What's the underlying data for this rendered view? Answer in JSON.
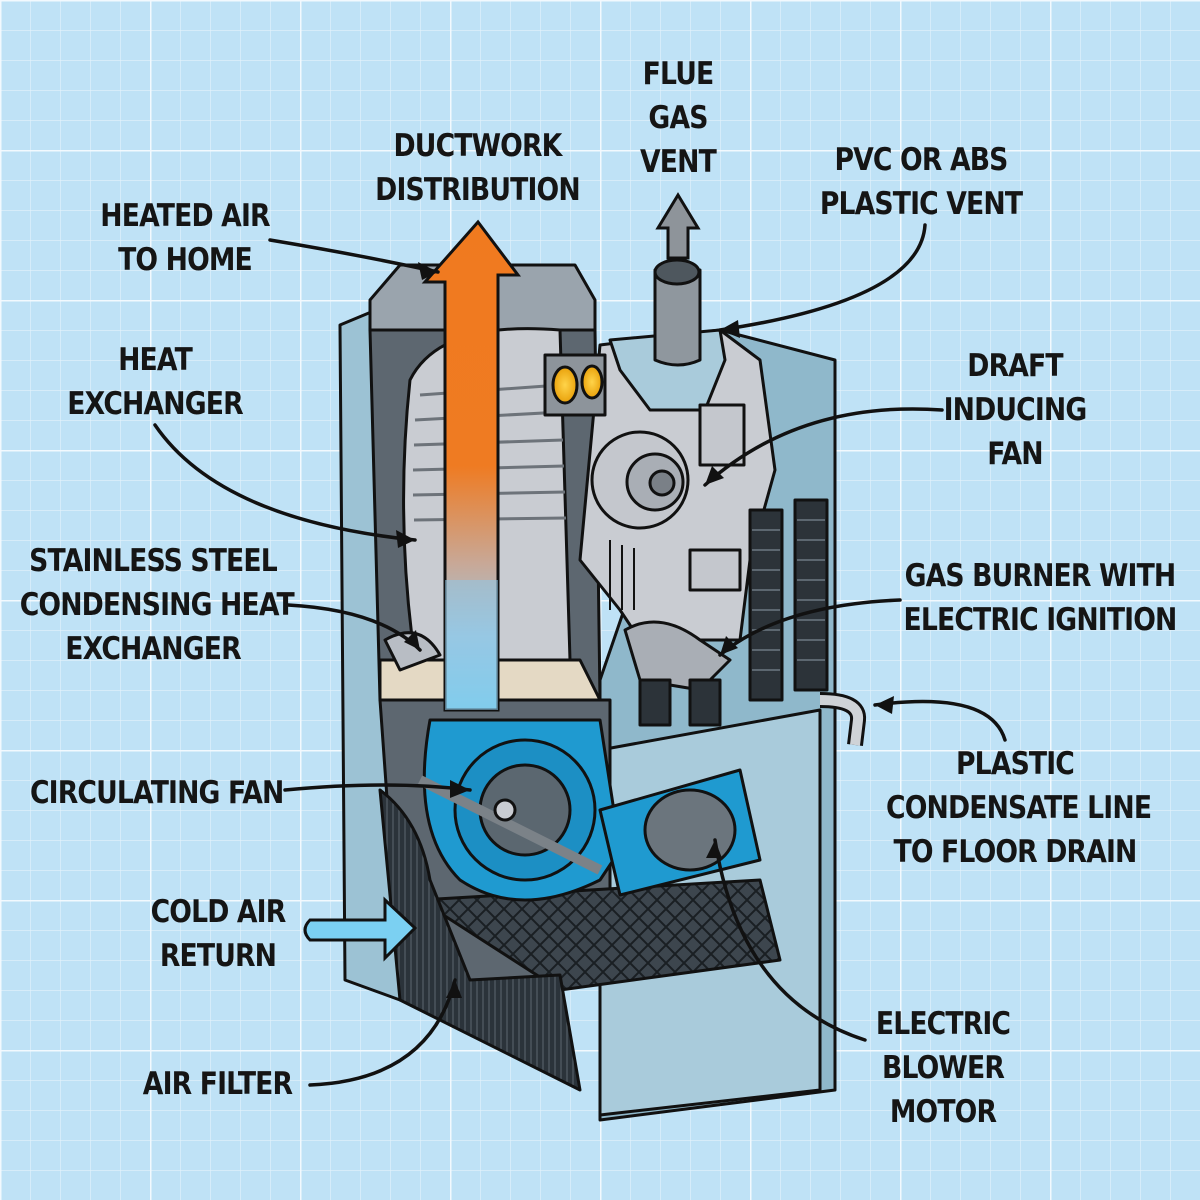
{
  "colors": {
    "background": "#bfe2f6",
    "grid_minor": "#e6f4fc",
    "grid_major": "#f3faff",
    "cabinet": "#8fb8cb",
    "cabinet_light": "#a9cbdb",
    "interior": "#5d6770",
    "heat_exchanger": "#c9ccd2",
    "hot_air": "#f07a1f",
    "cool_air": "#6fd3f5",
    "fan_blue": "#1f9ad0",
    "filter": "#2a3138",
    "outline": "#111111",
    "text": "#151515"
  },
  "labels": {
    "flue_gas_vent": [
      "FLUE",
      "GAS",
      "VENT"
    ],
    "ductwork_distribution": [
      "DUCTWORK",
      "DISTRIBUTION"
    ],
    "pvc_abs_vent": [
      "PVC OR ABS",
      "PLASTIC VENT"
    ],
    "heated_air": [
      "HEATED AIR",
      "TO HOME"
    ],
    "heat_exchanger": [
      "HEAT",
      "EXCHANGER"
    ],
    "draft_inducing_fan": [
      "DRAFT",
      "INDUCING",
      "FAN"
    ],
    "stainless_steel_exchanger": [
      "STAINLESS STEEL",
      "CONDENSING HEAT",
      "EXCHANGER"
    ],
    "gas_burner": [
      "GAS BURNER WITH",
      "ELECTRIC IGNITION"
    ],
    "circulating_fan": [
      "CIRCULATING FAN"
    ],
    "condensate_line": [
      "PLASTIC",
      "CONDENSATE LINE",
      "TO FLOOR DRAIN"
    ],
    "cold_air_return": [
      "COLD AIR",
      "RETURN"
    ],
    "electric_blower_motor": [
      "ELECTRIC",
      "BLOWER",
      "MOTOR"
    ],
    "air_filter": [
      "AIR FILTER"
    ]
  }
}
